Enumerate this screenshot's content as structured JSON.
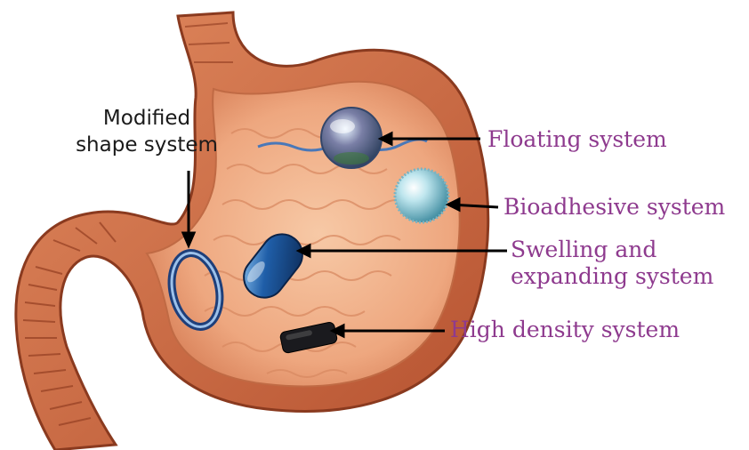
{
  "labels": {
    "modified_line1": "Modified",
    "modified_line2": "shape system",
    "floating": "Floating system",
    "bioadhesive": "Bioadhesive system",
    "swelling_line1": "Swelling and",
    "swelling_line2": "expanding system",
    "high_density": "High density system"
  },
  "colors": {
    "label_purple": "#8e3a8e",
    "label_black": "#1a1a1a",
    "stomach_outer": "#c9643e",
    "stomach_inner": "#f2b58f",
    "capsule_blue": "#1d4f8c"
  }
}
